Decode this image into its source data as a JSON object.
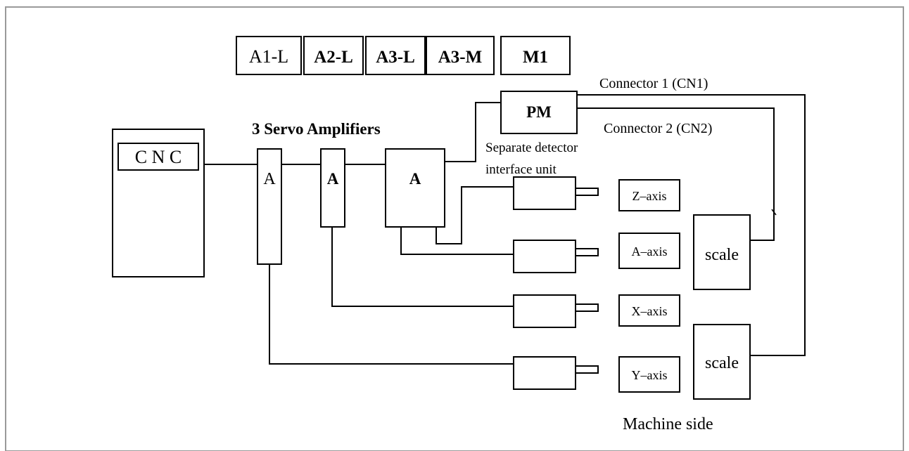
{
  "frame": {
    "border_color": "#9a9a9a",
    "line_color": "#000000"
  },
  "legend_boxes": [
    "A1-L",
    "A2-L",
    "A3-L",
    "A3-M",
    "M1"
  ],
  "cnc_label": "C N C",
  "servo_amplifiers_label": "3 Servo Amplifiers",
  "amplifier_labels": [
    "A",
    "A",
    "A"
  ],
  "pm_label": "PM",
  "pm_caption_lines": [
    "Separate detector",
    "interface unit"
  ],
  "connector_1": "Connector 1 (CN1)",
  "connector_2": "Connector 2 (CN2)",
  "axes": [
    "Z–axis",
    "A–axis",
    "X–axis",
    "Y–axis"
  ],
  "scale_labels": [
    "scale",
    "scale"
  ],
  "machine_side_label": "Machine side"
}
